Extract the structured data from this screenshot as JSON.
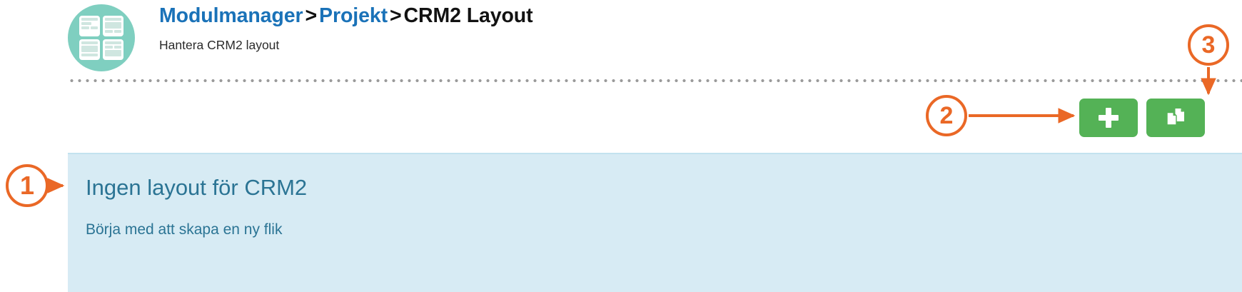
{
  "page": {
    "module_icon_name": "module-grid-icon",
    "icon_background_color": "#7fcfc0"
  },
  "breadcrumb": {
    "items": [
      {
        "label": "Modulmanager",
        "is_link": true
      },
      {
        "label": "Projekt",
        "is_link": true
      },
      {
        "label": "CRM2 Layout",
        "is_link": false
      }
    ],
    "separator": ">",
    "link_color": "#1a72b8"
  },
  "header": {
    "subtitle": "Hantera CRM2 layout"
  },
  "toolbar": {
    "add_button": {
      "icon": "plus-icon",
      "label": "",
      "color": "#54b256"
    },
    "copy_button": {
      "icon": "copy-documents-icon",
      "label": "",
      "color": "#54b256"
    }
  },
  "alert": {
    "title": "Ingen layout för CRM2",
    "subtitle": "Börja med att skapa en ny flik",
    "background_color": "#d7ebf4",
    "text_color": "#2b7494"
  },
  "annotations": {
    "accent_color": "#ea6826",
    "markers": [
      {
        "number": "1",
        "target": "alert-box"
      },
      {
        "number": "2",
        "target": "add-tab-button"
      },
      {
        "number": "3",
        "target": "copy-layout-button"
      }
    ]
  }
}
